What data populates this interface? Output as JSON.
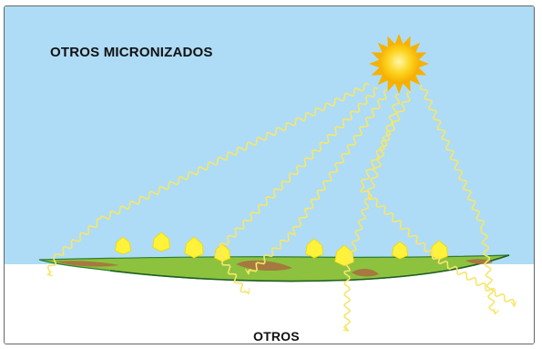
{
  "labels": {
    "top": "OTROS MICRONIZADOS",
    "bottom": "OTROS"
  },
  "colors": {
    "sky": "#aedcf6",
    "ground": "#ffffff",
    "leaf": "#8dc23f",
    "leaf_edge": "#2e7d32",
    "soil_patch": "#a6793f",
    "particle": "#fff23a",
    "ray": "#f6e66a",
    "sun_core": "#fcc30d",
    "sun_rays": "#f7b200"
  },
  "icons": [
    "sun-icon",
    "wavy-ray",
    "micronized-particle",
    "leaf-surface"
  ]
}
